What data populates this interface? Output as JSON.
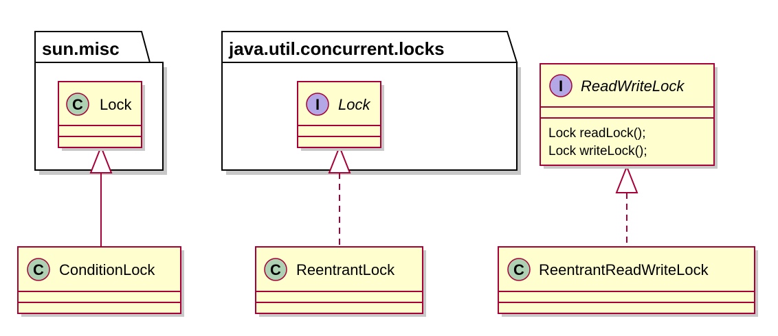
{
  "packages": {
    "sun_misc": {
      "title": "sun.misc"
    },
    "java_util_concurrent_locks": {
      "title": "java.util.concurrent.locks"
    }
  },
  "classes": {
    "sun_misc_lock": {
      "stereotype": "C",
      "name": "Lock"
    },
    "juc_lock": {
      "stereotype": "I",
      "name": "Lock"
    },
    "read_write_lock": {
      "stereotype": "I",
      "name": "ReadWriteLock",
      "methods": [
        "Lock readLock();",
        "Lock writeLock();"
      ]
    },
    "condition_lock": {
      "stereotype": "C",
      "name": "ConditionLock"
    },
    "reentrant_lock": {
      "stereotype": "C",
      "name": "ReentrantLock"
    },
    "reentrant_read_write_lock": {
      "stereotype": "C",
      "name": "ReentrantReadWriteLock"
    }
  },
  "colors": {
    "class_fill": "#FEFECE",
    "class_border": "#A80036",
    "class_stereotype": "#ADD1B2",
    "interface_stereotype": "#B4A7E5"
  }
}
